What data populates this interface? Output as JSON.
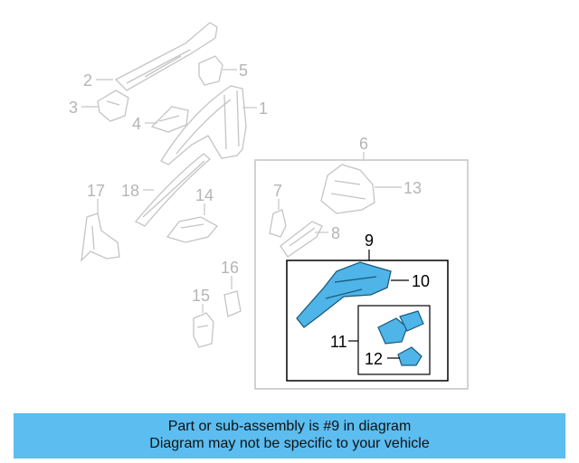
{
  "callouts": {
    "c1": "1",
    "c2": "2",
    "c3": "3",
    "c4": "4",
    "c5": "5",
    "c6": "6",
    "c7": "7",
    "c8": "8",
    "c9": "9",
    "c10": "10",
    "c11": "11",
    "c12": "12",
    "c13": "13",
    "c14": "14",
    "c15": "15",
    "c16": "16",
    "c17": "17",
    "c18": "18"
  },
  "banner": {
    "line1": "Part or sub-assembly is #9 in diagram",
    "line2": "Diagram may not be specific to your vehicle"
  },
  "colors": {
    "banner_bg": "#5bbdf0",
    "highlight_part": "#4fb4e8",
    "faded_part": "#c8c8c8"
  }
}
